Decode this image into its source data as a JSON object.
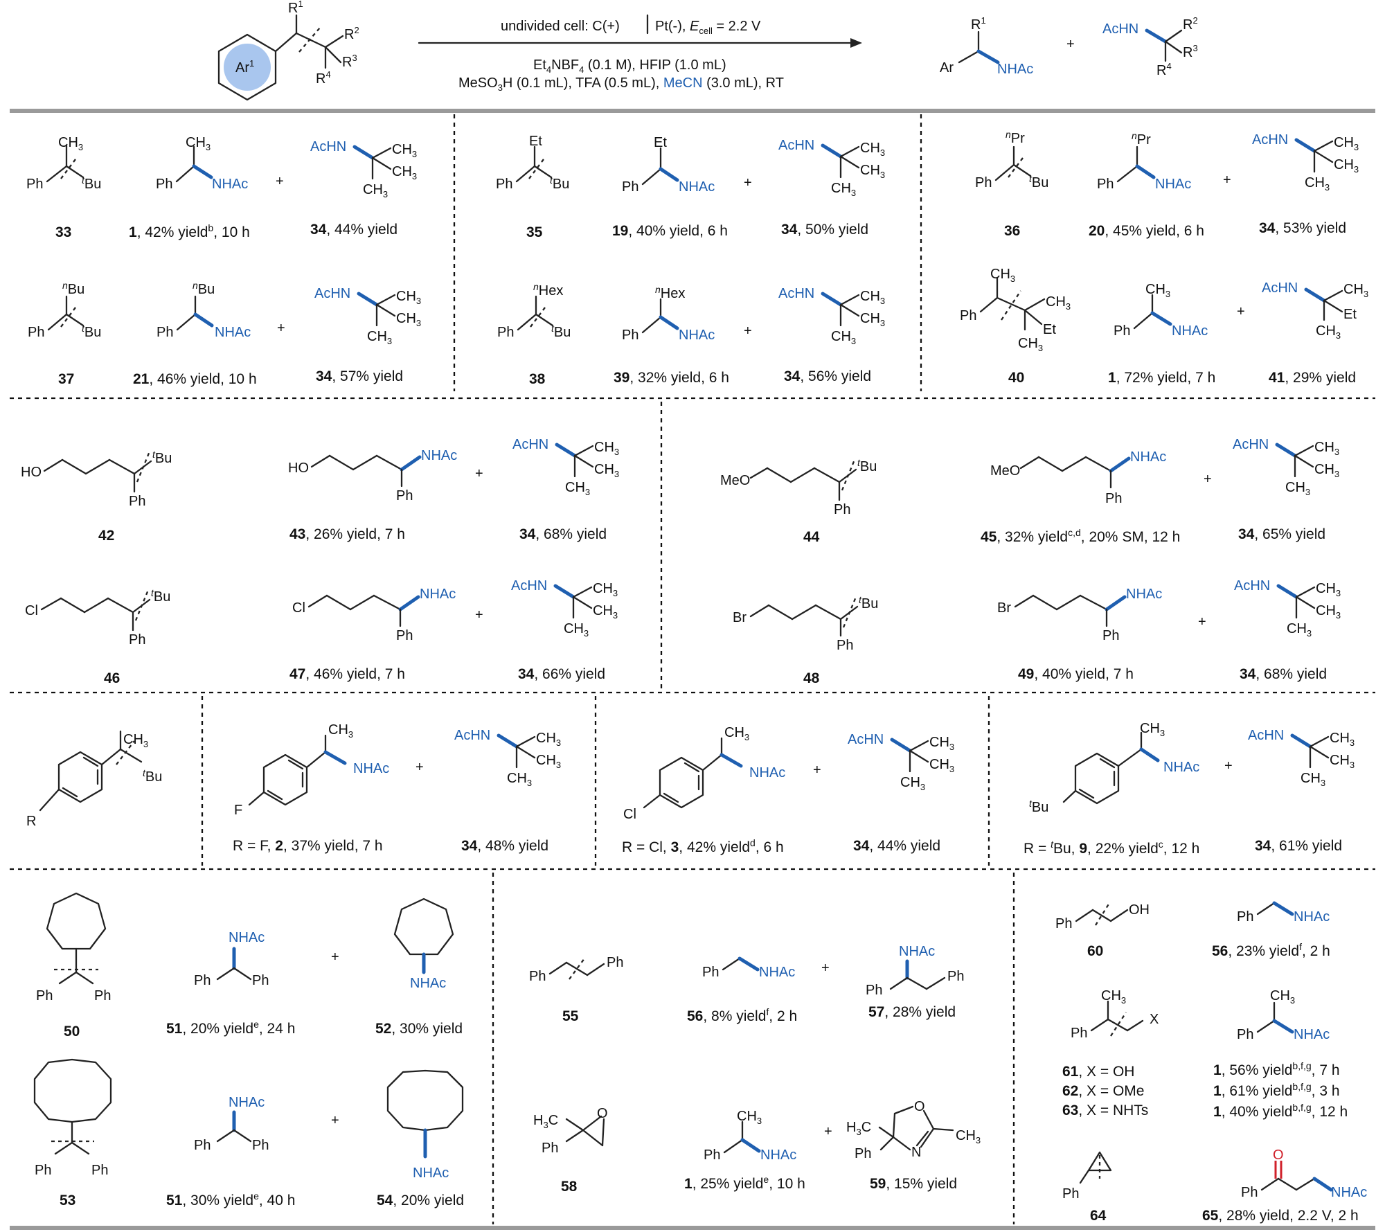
{
  "header": {
    "cond1": "undivided cell:  C(+) │ Pt(-),  E<sub>cell</sub> = 2.2 V",
    "cond2": "Et4NBF4 (0.1 M), HFIP (1.0 mL)",
    "cond3a": "MeSO3H (0.1 mL), TFA (0.5 mL), ",
    "cond3b": "MeCN",
    "cond3c": " (3.0 mL), RT",
    "reactant": {
      "ring": "Ar",
      "ringsup": "1",
      "r1": "R1",
      "r2": "R2",
      "r3": "R3",
      "r4": "R4"
    },
    "product1": {
      "r1": "R1",
      "ar": "Ar",
      "nhac": "NHAc"
    },
    "product2": {
      "achn": "AcHN",
      "r2": "R2",
      "r3": "R3",
      "r4": "R4"
    }
  },
  "labels": {
    "plus": "+",
    "ph": "Ph",
    "tbu": "tBu",
    "ch3": "CH3",
    "nhac": "NHAc",
    "achn": "AcHN",
    "et": "Et",
    "npr": "nPr",
    "nbu": "nBu",
    "nhex": "nHex",
    "ho": "HO",
    "meo": "MeO",
    "cl": "Cl",
    "br": "Br",
    "f": "F",
    "r": "R",
    "oh": "OH",
    "x": "X",
    "o": "O",
    "n": "N",
    "h3c": "H3C"
  },
  "captions": [
    "33",
    "1, 42% yield^b, 10 h",
    "34, 44% yield",
    "35",
    "19, 40% yield, 6 h",
    "34, 50% yield",
    "36",
    "20, 45% yield, 6 h",
    "34, 53% yield",
    "37",
    "21, 46% yield, 10 h",
    "34, 57% yield",
    "38",
    "39, 32% yield, 6 h",
    "34, 56% yield",
    "40",
    "1, 72% yield, 7 h",
    "41, 29% yield",
    "42",
    "43, 26% yield, 7 h",
    "34, 68% yield",
    "44",
    "45, 32% yield^c,d, 20% SM, 12 h",
    "34, 65% yield",
    "46",
    "47, 46% yield, 7 h",
    "34, 66% yield",
    "48",
    "49, 40% yield, 7 h",
    "34, 68% yield",
    "R = F, 2, 37% yield, 7 h",
    "34, 48% yield",
    "R = Cl, 3, 42% yield^d, 6 h",
    "34, 44% yield",
    "R = tBu, 9, 22% yield^c, 12 h",
    "34, 61% yield",
    "50",
    "51, 20% yield^e, 24 h",
    "52, 30% yield",
    "53",
    "51, 30% yield^e, 40 h",
    "54, 20% yield",
    "55",
    "56, 8% yield^f, 2 h",
    "57, 28% yield",
    "58",
    "1, 25% yield^e, 10 h",
    "59, 15% yield",
    "60",
    "56, 23% yield^f, 2 h",
    "61, X = OH",
    "62, X = OMe",
    "63, X = NHTs",
    "1, 56% yield^b,f,g, 7 h",
    "1, 61% yield^b,f,g, 3 h",
    "1, 40% yield^b,f,g, 12 h",
    "64",
    "65, 28% yield, 2.2 V, 2 h"
  ]
}
